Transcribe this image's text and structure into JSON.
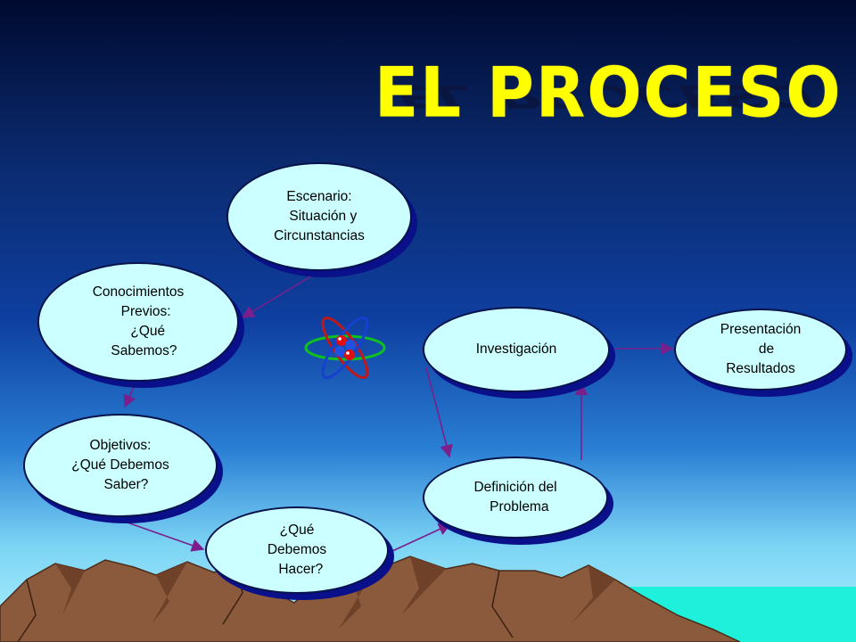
{
  "title": "EL PROCESO",
  "nodes": {
    "escenario": "Escenario:\n  Situación y\nCircunstancias",
    "conocimientos": "Conocimientos\n    Previos:\n     ¿Qué\n   Sabemos?",
    "objetivos": "Objetivos:\n¿Qué Debemos\n   Saber?",
    "hacer": "¿Qué\nDebemos\n  Hacer?",
    "definicion": "Definición del\n  Problema",
    "investigacion": "Investigación",
    "presentacion": "Presentación\n   de\nResultados"
  },
  "colors": {
    "node_fill": "#ccffff",
    "node_shadow": "#0a0f8a",
    "arrow": "#7a1f8c",
    "title": "#ffff00",
    "mountain": "#8b5a3c"
  },
  "icons": [
    "atom-icon"
  ]
}
